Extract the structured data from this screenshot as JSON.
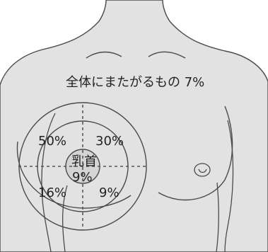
{
  "labels": {
    "overall": "全体にまたがるもの 7%",
    "upper_outer": "50%",
    "upper_inner": "30%",
    "lower_outer": "16%",
    "lower_inner": "9%",
    "nipple_title": "乳首",
    "nipple_value": "9%"
  },
  "colors": {
    "skin": "#e2e2e2",
    "outline": "#4a4a4a",
    "target_ring": "#4a4a4a",
    "dash": "#555555",
    "text": "#222222"
  }
}
